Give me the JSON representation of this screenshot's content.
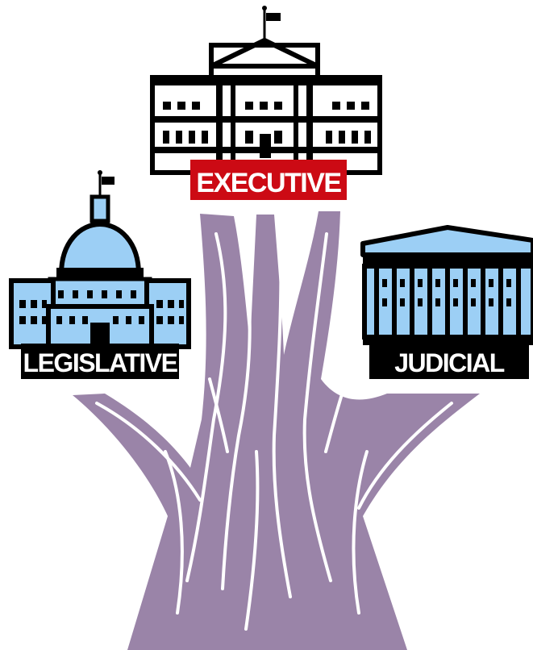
{
  "branches": {
    "executive": {
      "label": "EXECUTIVE",
      "label_bg": "#cc0a14"
    },
    "legislative": {
      "label": "LEGISLATIVE",
      "label_bg": "#000000"
    },
    "judicial": {
      "label": "JUDICIAL",
      "label_bg": "#000000"
    }
  },
  "icons": {
    "executive_building": "white-house-icon",
    "legislative_building": "capitol-icon",
    "judicial_building": "supreme-court-icon",
    "trunk": "tree-trunk-icon"
  },
  "colors": {
    "trunk": "#9a84a8",
    "capitol_fill": "#9ccff5",
    "court_fill": "#9ccff5",
    "outline": "#000000",
    "background": "#ffffff"
  }
}
